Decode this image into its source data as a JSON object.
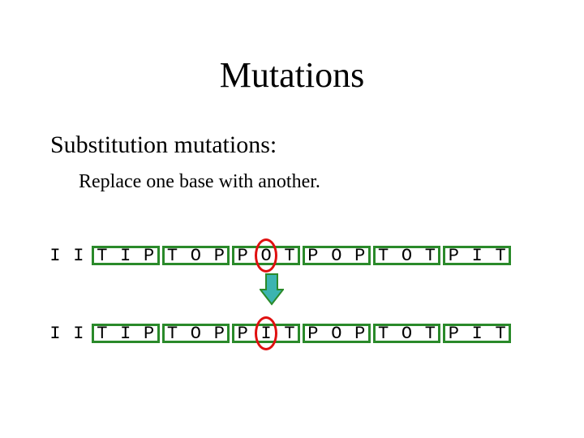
{
  "slide": {
    "title": "Mutations",
    "heading": "Substitution mutations:",
    "description": "Replace one base with another."
  },
  "sequences": {
    "original": [
      "I",
      "I",
      "T",
      "I",
      "P",
      "T",
      "O",
      "P",
      "P",
      "O",
      "T",
      "P",
      "O",
      "P",
      "T",
      "O",
      "T",
      "P",
      "I",
      "T"
    ],
    "mutated": [
      "I",
      "I",
      "T",
      "I",
      "P",
      "T",
      "O",
      "P",
      "P",
      "I",
      "T",
      "P",
      "O",
      "P",
      "T",
      "O",
      "T",
      "P",
      "I",
      "T"
    ],
    "mutation_index": 9,
    "codon_starts": [
      2,
      5,
      8,
      11,
      14,
      17
    ]
  },
  "colors": {
    "codon_box": "#2a8a2a",
    "mutation_circle": "#e01010",
    "arrow_fill": "#3cb4b0",
    "arrow_stroke": "#2a8a2a"
  },
  "icons": {
    "arrow": "down-arrow-icon"
  }
}
